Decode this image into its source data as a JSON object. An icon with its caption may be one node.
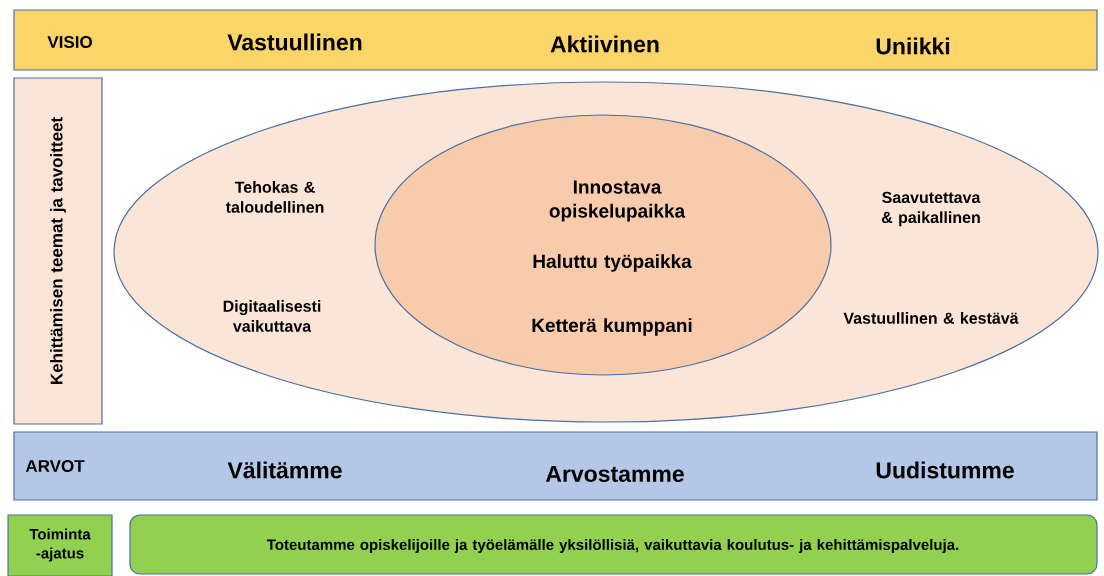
{
  "diagram": {
    "nodes": [
      {
        "text": [
          "VISIO",
          "Vastuullinen",
          "Aktiivinen",
          "Uniikki"
        ]
      },
      {
        "text": [
          "Kehittämisen teemat ja tavoitteet"
        ]
      },
      {
        "text": [
          "Tehokas & taloudellinen",
          "Digitaalisesti vaikuttava",
          "Saavutettava & paikallinen",
          "Vastuullinen & kestävä"
        ]
      },
      {
        "text": [
          "Innostava opiskelupaikka",
          "Haluttu työpaikka",
          "Ketterä kumppani"
        ],
        "in": 2
      },
      {
        "text": [
          "ARVOT",
          "Välitämme",
          "Arvostamme",
          "Uudistumme"
        ]
      },
      {
        "text": [
          "Toiminta -ajatus"
        ]
      },
      {
        "text": [
          "Toteutamme opiskelijoille ja työelämälle yksilöllisiä, vaikuttavia koulutus- ja kehittämispalveluja."
        ]
      }
    ],
    "edges": []
  }
}
